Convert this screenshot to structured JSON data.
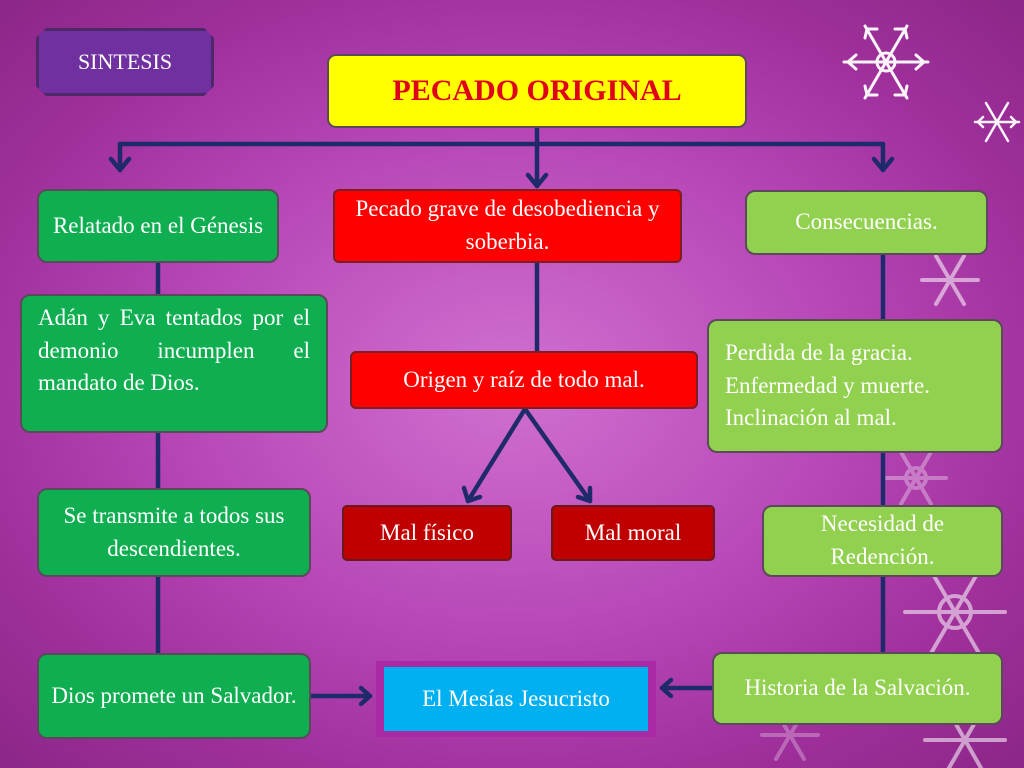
{
  "slide": {
    "tag": "SINTESIS",
    "title": "PECADO ORIGINAL"
  },
  "left": {
    "relatado": "Relatado en el Génesis",
    "adan": "Adán y Eva tentados por el demonio incumplen el mandato de Dios.",
    "transmite": "Se transmite a todos sus descendientes.",
    "promete": "Dios promete un Salvador."
  },
  "center": {
    "pecado_grave": "Pecado grave de desobediencia y soberbia.",
    "origen": "Origen y raíz de todo mal.",
    "mal_fisico": "Mal físico",
    "mal_moral": "Mal moral",
    "mesias": "El Mesías Jesucristo"
  },
  "right": {
    "consecuencias": "Consecuencias.",
    "perdida": "Perdida de la gracia. Enfermedad y muerte. Inclinación al mal.",
    "necesidad": "Necesidad de Redención.",
    "historia": "Historia de la Salvación."
  },
  "colors": {
    "background": "#b848b8",
    "green_box": "#0fae50",
    "lime_box": "#92d050",
    "red_box": "#ff0000",
    "dark_red_box": "#c00000",
    "title_box": "#ffff00",
    "title_text": "#e0001a",
    "tag_box": "#7030a0",
    "messiah_box": "#00b0f0",
    "connector": "#1f2a6b"
  }
}
